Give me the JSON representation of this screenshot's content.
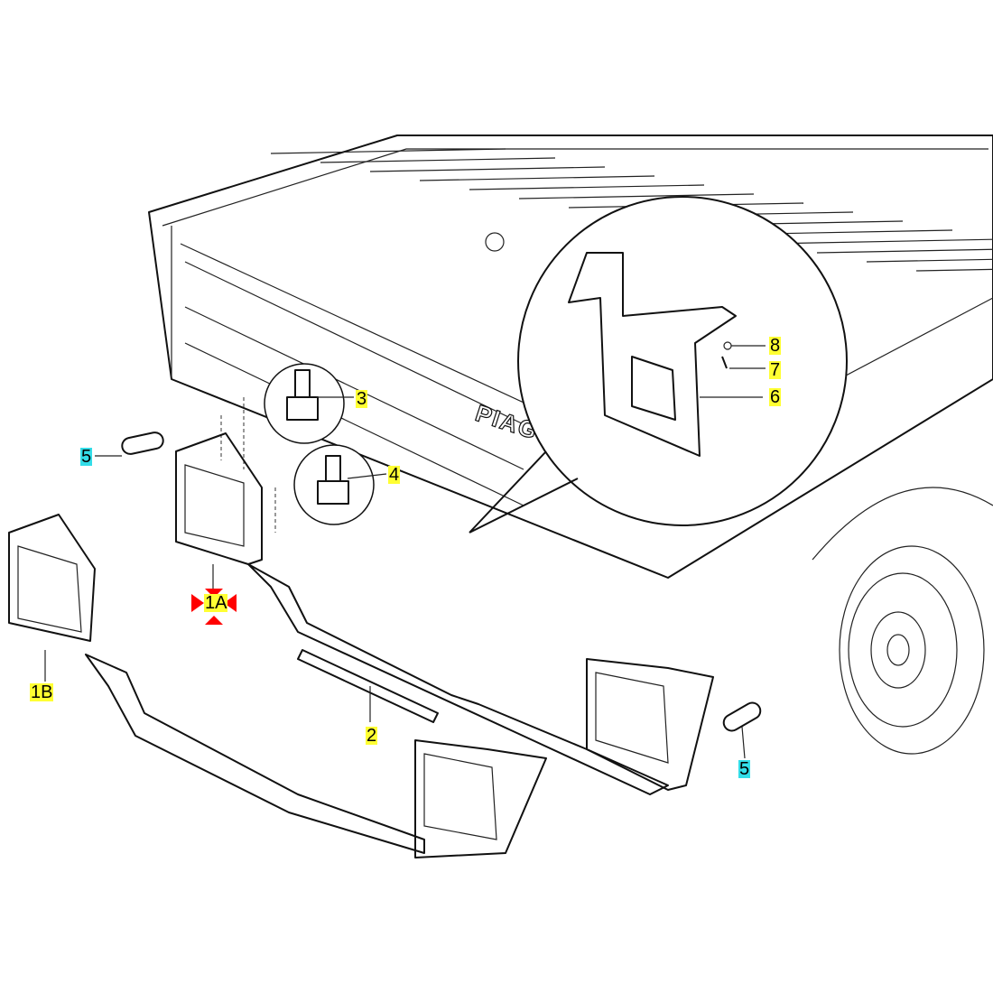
{
  "diagram": {
    "type": "exploded parts diagram",
    "logo_text": "PIAG",
    "callouts": [
      {
        "id": "1A",
        "label": "1A",
        "highlight": "#ffff33",
        "marker": "#ff0000"
      },
      {
        "id": "1B",
        "label": "1B",
        "highlight": "#ffff33"
      },
      {
        "id": "2",
        "label": "2",
        "highlight": "#ffff33"
      },
      {
        "id": "3",
        "label": "3",
        "highlight": "#ffff33"
      },
      {
        "id": "4",
        "label": "4",
        "highlight": "#ffff33"
      },
      {
        "id": "5a",
        "label": "5",
        "highlight": "#33dde8"
      },
      {
        "id": "5b",
        "label": "5",
        "highlight": "#33dde8"
      },
      {
        "id": "6",
        "label": "6",
        "highlight": "#ffff33"
      },
      {
        "id": "7",
        "label": "7",
        "highlight": "#ffff33"
      },
      {
        "id": "8",
        "label": "8",
        "highlight": "#ffff33"
      }
    ]
  }
}
